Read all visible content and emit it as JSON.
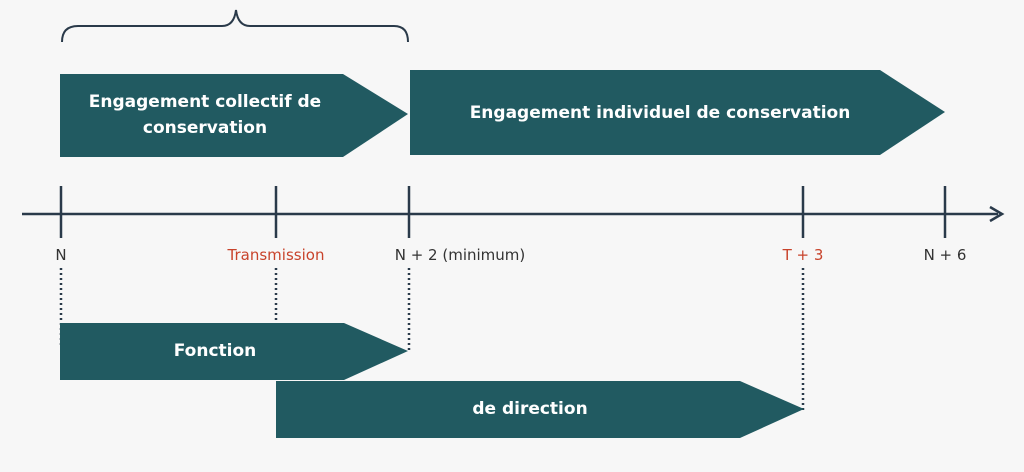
{
  "colors": {
    "arrow_fill": "#215a61",
    "axis": "#2a3a4a",
    "label_default": "#333333",
    "label_highlight": "#c8432b",
    "arrow_text": "#ffffff"
  },
  "arrows": {
    "collective": "Engagement collectif de conservation",
    "individual": "Engagement individuel de conservation",
    "fonction": "Fonction",
    "direction": "de direction"
  },
  "ticks": {
    "n": "N",
    "transmission": "Transmission",
    "n_plus_2": "N + 2 (minimum)",
    "t_plus_3": "T + 3",
    "n_plus_6": "N + 6"
  }
}
